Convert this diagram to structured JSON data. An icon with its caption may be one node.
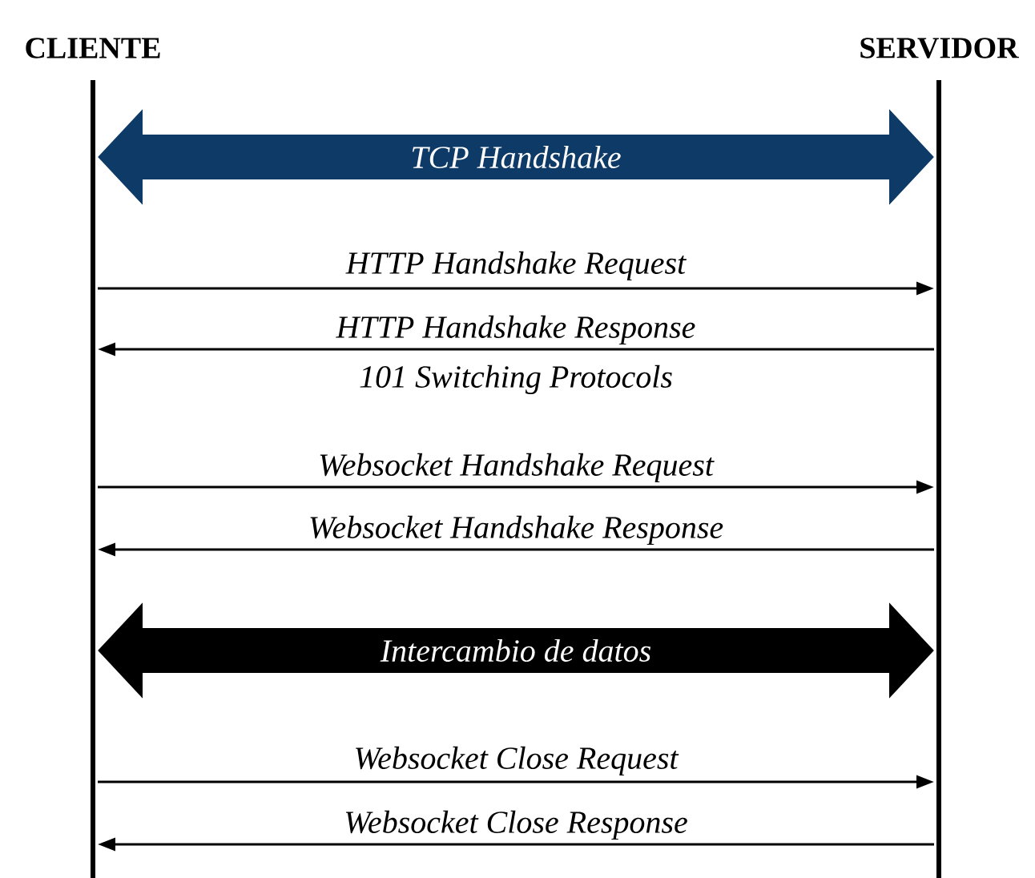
{
  "diagram": {
    "nodes": [
      {
        "text": [
          "CLIENTE"
        ]
      },
      {
        "text": [
          "SERVIDOR"
        ]
      }
    ],
    "edges": [
      {
        "from": 0,
        "to": 1,
        "arrow": "both",
        "label": "TCP Handshake",
        "style": "thick",
        "color": "#0d3a66"
      },
      {
        "from": 0,
        "to": 1,
        "arrow": "to",
        "label": "HTTP Handshake Request"
      },
      {
        "from": 1,
        "to": 0,
        "arrow": "to",
        "label": "HTTP Handshake Response"
      },
      {
        "from": 0,
        "to": 1,
        "arrow": "to",
        "label": "Websocket Handshake Request"
      },
      {
        "from": 1,
        "to": 0,
        "arrow": "to",
        "label": "Websocket Handshake Response"
      },
      {
        "from": 0,
        "to": 1,
        "arrow": "both",
        "label": "Intercambio de datos",
        "style": "thick"
      },
      {
        "from": 0,
        "to": 1,
        "arrow": "to",
        "label": "Websocket Close Request"
      },
      {
        "from": 1,
        "to": 0,
        "arrow": "to",
        "label": "Websocket Close Response"
      }
    ],
    "labels": [
      "101 Switching Protocols"
    ]
  }
}
